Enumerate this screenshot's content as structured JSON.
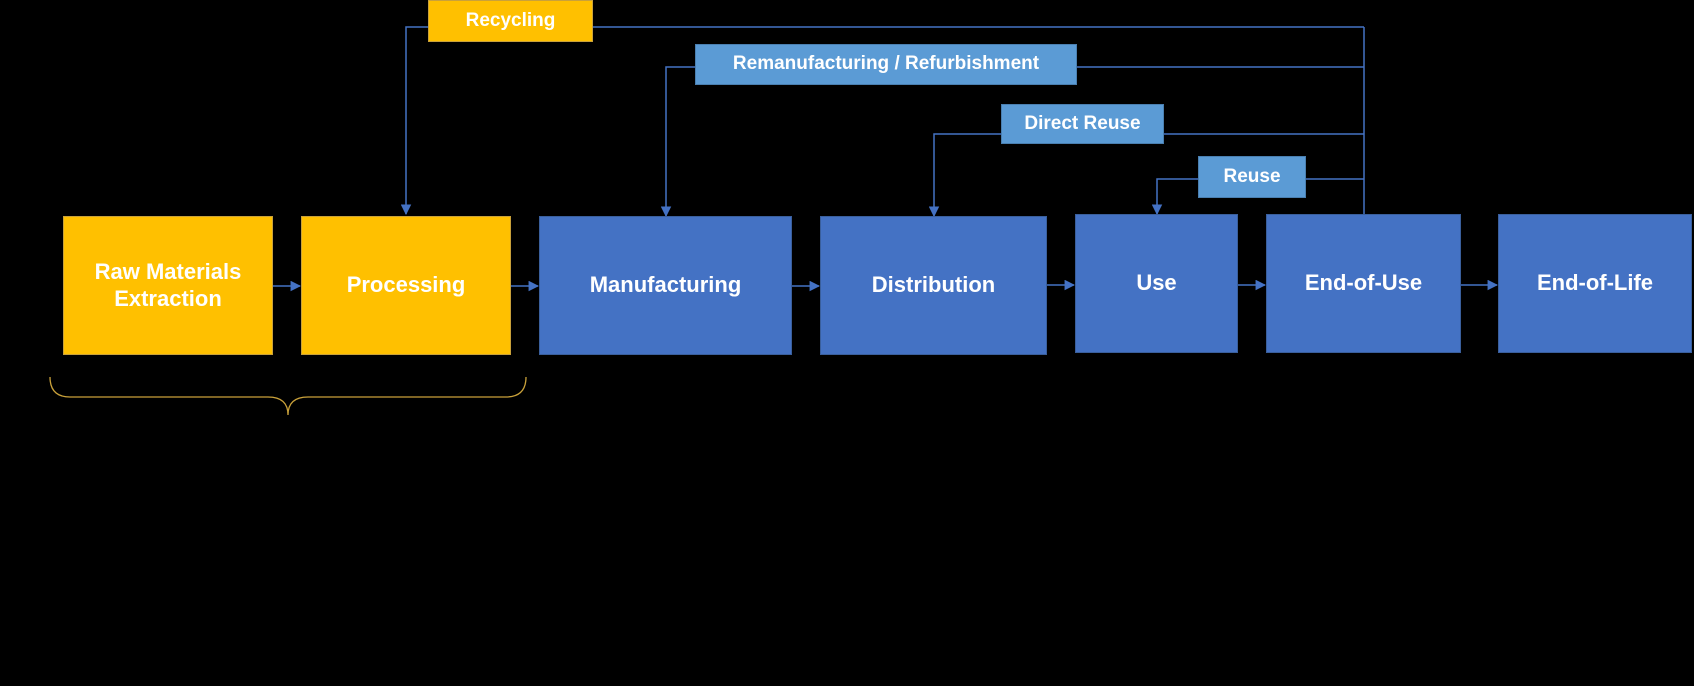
{
  "stages": [
    {
      "id": "raw",
      "label": "Raw Materials\nExtraction"
    },
    {
      "id": "processing",
      "label": "Processing"
    },
    {
      "id": "manufacturing",
      "label": "Manufacturing"
    },
    {
      "id": "distribution",
      "label": "Distribution"
    },
    {
      "id": "use",
      "label": "Use"
    },
    {
      "id": "end_of_use",
      "label": "End-of-Use"
    },
    {
      "id": "end_of_life",
      "label": "End-of-Life"
    }
  ],
  "loops": [
    {
      "id": "recycling",
      "label": "Recycling",
      "target": "processing"
    },
    {
      "id": "remanufacturing",
      "label": "Remanufacturing / Refurbishment",
      "target": "manufacturing"
    },
    {
      "id": "direct_reuse",
      "label": "Direct Reuse",
      "target": "distribution"
    },
    {
      "id": "reuse",
      "label": "Reuse",
      "target": "use"
    }
  ],
  "colors": {
    "upstream": "#ffc000",
    "stage": "#4472c4",
    "loop": "#5b9bd5",
    "connector": "#4472c4",
    "brace": "#c9a13a",
    "background": "#000000"
  }
}
